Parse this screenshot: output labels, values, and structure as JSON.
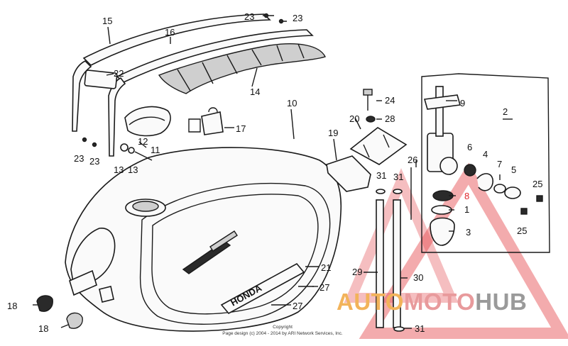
{
  "diagram": {
    "callouts": {
      "c15": "15",
      "c16": "16",
      "c23a": "23",
      "c23b": "23",
      "c22": "22",
      "c14": "14",
      "c10": "10",
      "c17": "17",
      "c12": "12",
      "c11": "11",
      "c23c": "23",
      "c23d": "23",
      "c13a": "13",
      "c13b": "13",
      "c24": "24",
      "c28": "28",
      "c20": "20",
      "c19": "19",
      "c26": "26",
      "c31a": "31",
      "c31b": "31",
      "c9": "9",
      "c2": "2",
      "c6": "6",
      "c4": "4",
      "c7": "7",
      "c5": "5",
      "c8": "8",
      "c1": "1",
      "c25a": "25",
      "c25b": "25",
      "c3": "3",
      "c29": "29",
      "c30": "30",
      "c21": "21",
      "c27a": "27",
      "c27b": "27",
      "c18a": "18",
      "c18b": "18",
      "c31c": "31"
    },
    "emblem_text": "HONDA",
    "copyright_line1": "Copyright",
    "copyright_line2": "Page design (c) 2004 - 2014 by ARI Network Services, Inc."
  },
  "watermark": {
    "auto": "AUTO",
    "moto": "MOTO",
    "hub": "HUB",
    "colors": {
      "auto": "#f2b35a",
      "moto": "#e89a9c",
      "hub": "#9a9a9a",
      "triangle": "#e0262b"
    }
  }
}
